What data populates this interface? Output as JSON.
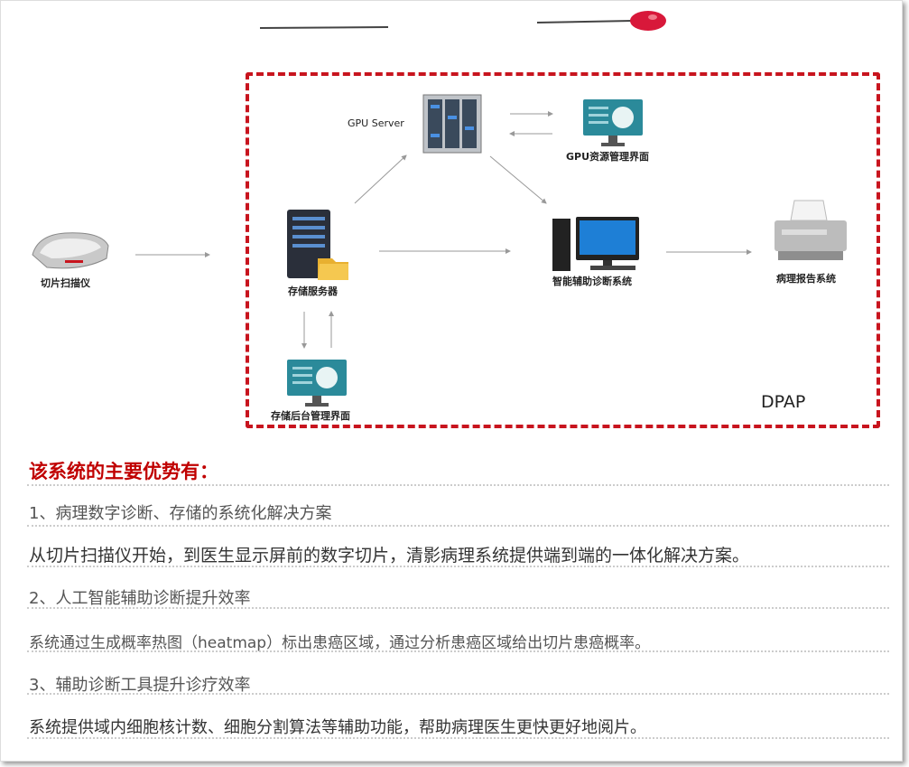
{
  "diagram": {
    "nodes": {
      "scanner": "切片扫描仪",
      "storage_server": "存储服务器",
      "gpu_server": "GPU Server",
      "gpu_console": "GPU资源管理界面",
      "ai_system": "智能辅助诊断系统",
      "report_system": "病理报告系统",
      "storage_console": "存储后台管理界面"
    },
    "boundary_label": "DPAP",
    "accent": "#c8141e"
  },
  "advantages": {
    "heading": "该系统的主要优势有：",
    "items": [
      {
        "title": "1、病理数字诊断、存储的系统化解决方案",
        "desc": "从切片扫描仪开始，到医生显示屏前的数字切片，清影病理系统提供端到端的一体化解决方案。"
      },
      {
        "title": "2、人工智能辅助诊断提升效率",
        "desc": "系统通过生成概率热图（heatmap）标出患癌区域，通过分析患癌区域给出切片患癌概率。"
      },
      {
        "title": "3、辅助诊断工具提升诊疗效率",
        "desc": "系统提供域内细胞核计数、细胞分割算法等辅助功能，帮助病理医生更快更好地阅片。"
      }
    ]
  }
}
